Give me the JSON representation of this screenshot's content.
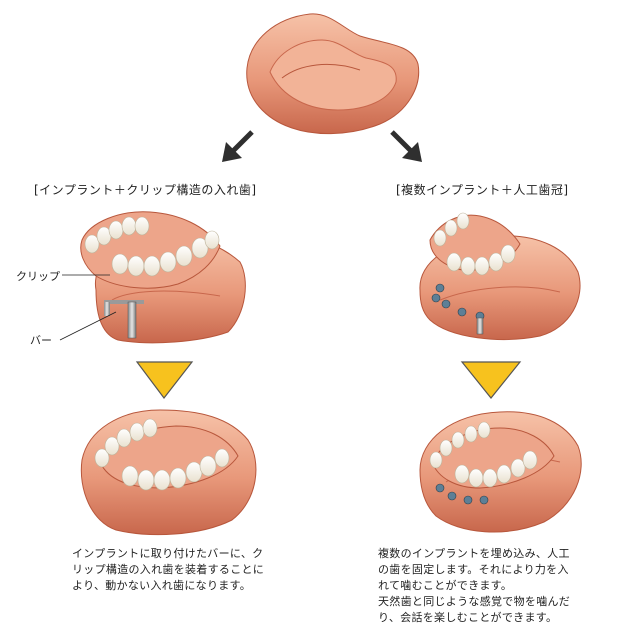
{
  "left": {
    "heading": "[インプラント＋クリップ構造の入れ歯]",
    "callout_clip": "クリップ",
    "callout_bar": "バー",
    "description": [
      "インプラントに取り付けたバーに、ク",
      "リップ構造の入れ歯を装着することに",
      "より、動かない入れ歯になります。"
    ]
  },
  "right": {
    "heading": "[複数インプラント＋人工歯冠]",
    "description": [
      "複数のインプラントを埋め込み、人工",
      "の歯を固定します。それにより力を入",
      "れて噛むことができます。",
      "天然歯と同じような感覚で物を噛んだ",
      "り、会話を楽しむことができます。"
    ]
  },
  "colors": {
    "gum": "#e8987a",
    "gum_dark": "#c8674c",
    "gum_light": "#f6c2a8",
    "tooth": "#fbf7ee",
    "arrow_fill": "#f7c21e",
    "arrow_stroke": "#555555",
    "arrow_dark": "#2f2f2f"
  },
  "icons": {
    "top_jaw": "edentulous-jaw-illustration",
    "arrow_left": "arrow-down-left-icon",
    "arrow_right": "arrow-down-right-icon",
    "triangle": "yellow-down-triangle-icon"
  }
}
